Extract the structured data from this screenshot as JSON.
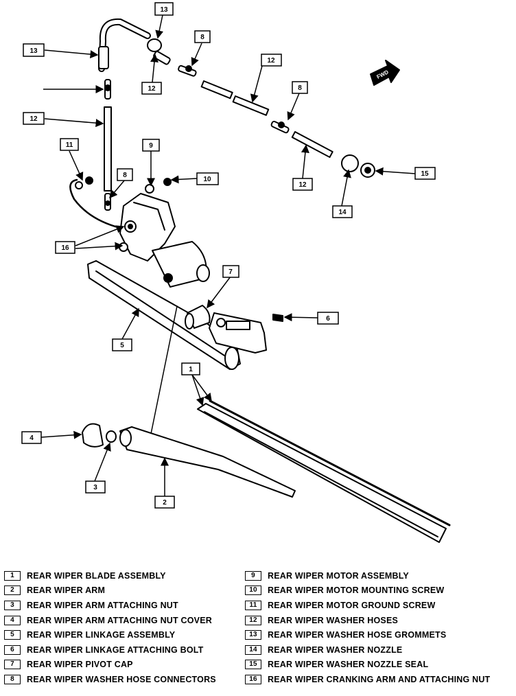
{
  "direction_label": "FWD",
  "callouts": [
    "13",
    "13",
    "12",
    "8",
    "12",
    "8",
    "12",
    "12",
    "11",
    "9",
    "10",
    "8",
    "16",
    "14",
    "15",
    "7",
    "6",
    "5",
    "1",
    "4",
    "3",
    "2"
  ],
  "legend": {
    "left": [
      {
        "num": "1",
        "label": "REAR WIPER BLADE ASSEMBLY"
      },
      {
        "num": "2",
        "label": "REAR WIPER ARM"
      },
      {
        "num": "3",
        "label": "REAR WIPER ARM ATTACHING NUT"
      },
      {
        "num": "4",
        "label": "REAR WIPER ARM ATTACHING NUT COVER"
      },
      {
        "num": "5",
        "label": "REAR WIPER LINKAGE ASSEMBLY"
      },
      {
        "num": "6",
        "label": "REAR WIPER LINKAGE ATTACHING BOLT"
      },
      {
        "num": "7",
        "label": "REAR WIPER PIVOT CAP"
      },
      {
        "num": "8",
        "label": "REAR WIPER WASHER HOSE CONNECTORS"
      }
    ],
    "right": [
      {
        "num": "9",
        "label": "REAR WIPER MOTOR ASSEMBLY"
      },
      {
        "num": "10",
        "label": "REAR WIPER MOTOR MOUNTING SCREW"
      },
      {
        "num": "11",
        "label": "REAR WIPER MOTOR GROUND SCREW"
      },
      {
        "num": "12",
        "label": "REAR WIPER WASHER HOSES"
      },
      {
        "num": "13",
        "label": "REAR WIPER WASHER HOSE GROMMETS"
      },
      {
        "num": "14",
        "label": "REAR WIPER WASHER NOZZLE"
      },
      {
        "num": "15",
        "label": "REAR WIPER WASHER NOZZLE SEAL"
      },
      {
        "num": "16",
        "label": "REAR WIPER CRANKING ARM AND ATTACHING NUT"
      }
    ]
  }
}
